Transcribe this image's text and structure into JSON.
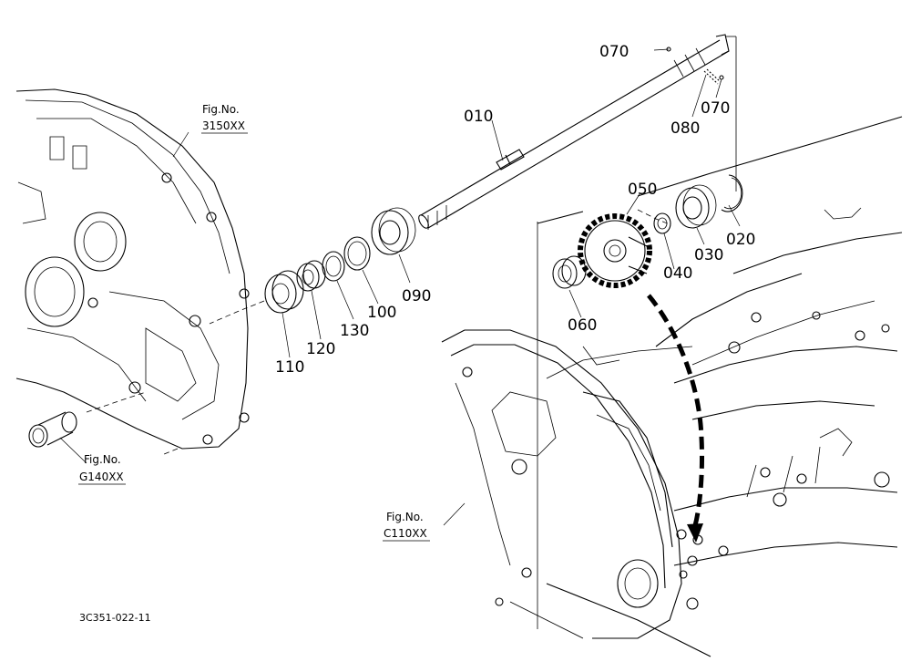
{
  "parts": [
    {
      "id": "p010",
      "number": "010"
    },
    {
      "id": "p020",
      "number": "020"
    },
    {
      "id": "p030",
      "number": "030"
    },
    {
      "id": "p040",
      "number": "040"
    },
    {
      "id": "p050",
      "number": "050"
    },
    {
      "id": "p060",
      "number": "060"
    },
    {
      "id": "p070a",
      "number": "070"
    },
    {
      "id": "p070b",
      "number": "070"
    },
    {
      "id": "p080",
      "number": "080"
    },
    {
      "id": "p090",
      "number": "090"
    },
    {
      "id": "p100",
      "number": "100"
    },
    {
      "id": "p110",
      "number": "110"
    },
    {
      "id": "p120",
      "number": "120"
    },
    {
      "id": "p130",
      "number": "130"
    }
  ],
  "figure_refs": [
    {
      "id": "f3150",
      "caption": "Fig.No.",
      "number": "3150XX"
    },
    {
      "id": "fG140",
      "caption": "Fig.No.",
      "number": "G140XX"
    },
    {
      "id": "fC110",
      "caption": "Fig.No.",
      "number": "C110XX"
    }
  ],
  "document_id": "3C351-022-11"
}
